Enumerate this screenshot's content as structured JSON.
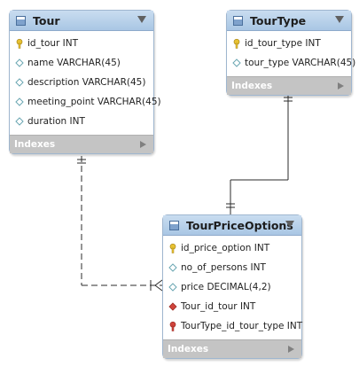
{
  "tables": {
    "tour": {
      "title": "Tour",
      "columns": [
        {
          "label": "id_tour INT",
          "icon": "primary-key-icon"
        },
        {
          "label": "name VARCHAR(45)",
          "icon": "column-diamond-icon"
        },
        {
          "label": "description VARCHAR(45)",
          "icon": "column-diamond-icon"
        },
        {
          "label": "meeting_point VARCHAR(45)",
          "icon": "column-diamond-icon"
        },
        {
          "label": "duration INT",
          "icon": "column-diamond-icon"
        }
      ],
      "footer": "Indexes"
    },
    "tourtype": {
      "title": "TourType",
      "columns": [
        {
          "label": "id_tour_type INT",
          "icon": "primary-key-icon"
        },
        {
          "label": "tour_type VARCHAR(45)",
          "icon": "column-diamond-icon"
        }
      ],
      "footer": "Indexes"
    },
    "tourpriceoptions": {
      "title": "TourPriceOptions",
      "columns": [
        {
          "label": "id_price_option INT",
          "icon": "primary-key-icon"
        },
        {
          "label": "no_of_persons INT",
          "icon": "column-diamond-icon"
        },
        {
          "label": "price DECIMAL(4,2)",
          "icon": "column-diamond-icon"
        },
        {
          "label": "Tour_id_tour INT",
          "icon": "foreign-key-diamond-icon"
        },
        {
          "label": "TourType_id_tour_type INT",
          "icon": "foreign-key-icon"
        }
      ],
      "footer": "Indexes"
    }
  },
  "colors": {
    "header": "#aac6e4",
    "footer": "#c4c4c4",
    "primary_key": "#e8c232",
    "foreign_key": "#d0443c",
    "connector": "#2b2b2b"
  }
}
